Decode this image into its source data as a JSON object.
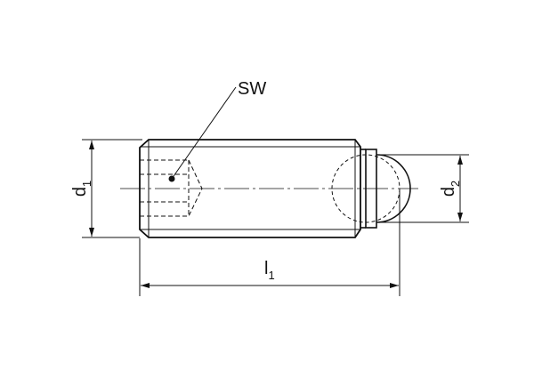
{
  "labels": {
    "sw": "SW",
    "d1": {
      "main": "d",
      "sub": "1"
    },
    "d2": {
      "main": "d",
      "sub": "2"
    },
    "l1": {
      "main": "l",
      "sub": "1"
    }
  },
  "colors": {
    "line": "#111111",
    "background": "#ffffff"
  }
}
